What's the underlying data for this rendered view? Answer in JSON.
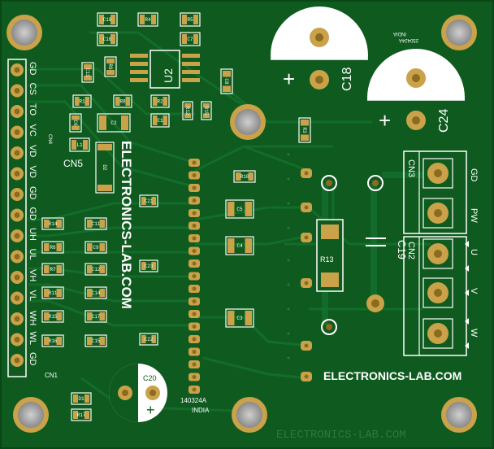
{
  "board": {
    "title_vertical": "ELECTRONICS-LAB.COM",
    "brand_bottom": "ELECTRONICS-LAB.COM",
    "brand_faint": "ELECTRONICS-LAB.COM",
    "part_number_left": "140324A",
    "country_left": "INDIA",
    "part_number_right": "250424A",
    "country_right": "INDIA"
  },
  "connectors": {
    "cn1": "CN1",
    "cn4": "CN4",
    "cn5": "CN5",
    "cn2": "CN2",
    "cn3": "CN3",
    "cn1_pin_labels": [
      "GD",
      "CS",
      "TO",
      "VC",
      "VD",
      "VD",
      "GD",
      "GD",
      "UH",
      "UL",
      "VH",
      "VL",
      "WH",
      "WL",
      "GD"
    ],
    "cn3_pin_labels": [
      "GD",
      "PW"
    ],
    "cn2_pin_labels": [
      "U",
      "V",
      "W"
    ]
  },
  "components": {
    "u2": "U2",
    "c18": "C18",
    "c24": "C24",
    "c19": "C19",
    "c20": "C20",
    "r13": "R13",
    "c1": "C1",
    "c2": "C2",
    "c3": "C3",
    "c4": "C4",
    "c5": "C5",
    "c6": "C6",
    "c7": "C7",
    "c8": "C8",
    "c9": "C9",
    "c10": "C10",
    "c11": "C11",
    "c12": "C12",
    "c13": "C13",
    "c14": "C14",
    "c15": "C15",
    "c16": "C16",
    "c17": "C17",
    "c21": "C21",
    "c22": "C22",
    "c23": "C23",
    "r1": "R1",
    "r2": "R2",
    "r3": "R3",
    "r4": "R4",
    "r5": "R5",
    "r6": "R6",
    "r7": "R7",
    "r8": "R8",
    "r9": "R9",
    "r10": "R10",
    "r11": "R11",
    "r12": "R12",
    "r14": "R14",
    "r15": "R15",
    "r16": "R16",
    "r17": "R17",
    "d1": "D1",
    "d2": "D2",
    "l1": "L1",
    "plus": "+"
  },
  "colors": {
    "board": "#0f5a1e",
    "board_dark": "#0a4716",
    "trace": "#12682a",
    "pad": "#c9a24a",
    "pad_dark": "#8c6a1f",
    "silk": "#ffffff",
    "hole": "#a7a7a7"
  }
}
